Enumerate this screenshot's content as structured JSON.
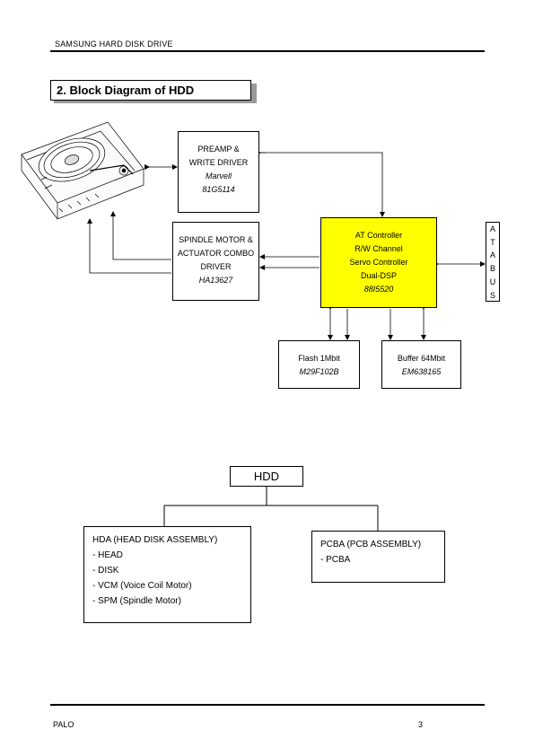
{
  "header": {
    "title": "SAMSUNG  HARD  DISK  DRIVE"
  },
  "section": {
    "title": "2.  Block  Diagram  of  HDD"
  },
  "diagram": {
    "preamp": {
      "line1": "PREAMP  &",
      "line2": "WRITE  DRIVER",
      "line3": "Marvell",
      "line4": "81G5114"
    },
    "spindle": {
      "line1": "SPINDLE  MOTOR  &",
      "line2": "ACTUATOR  COMBO",
      "line3": "DRIVER",
      "line4": "HA13627"
    },
    "controller": {
      "line1": "AT  Controller",
      "line2": "R/W  Channel",
      "line3": "Servo  Controller",
      "line4": "Dual-DSP",
      "line5": "88I5520",
      "fill": "#ffff00"
    },
    "atabus": {
      "letters": [
        "A",
        "T",
        "A",
        "B",
        "U",
        "S"
      ]
    },
    "flash": {
      "line1": "Flash  1Mbit",
      "line2": "M29F102B"
    },
    "buffer": {
      "line1": "Buffer  64Mbit",
      "line2": "EM638165"
    }
  },
  "tree": {
    "root": "HDD",
    "hda": {
      "title": "HDA  (HEAD  DISK  ASSEMBLY)",
      "items": [
        "-  HEAD",
        "-  DISK",
        "-  VCM  (Voice  Coil  Motor)",
        "-  SPM  (Spindle  Motor)"
      ]
    },
    "pcba": {
      "title": "PCBA  (PCB  ASSEMBLY)",
      "items": [
        "-  PCBA"
      ]
    }
  },
  "footer": {
    "left": "PALO",
    "page": "3"
  }
}
